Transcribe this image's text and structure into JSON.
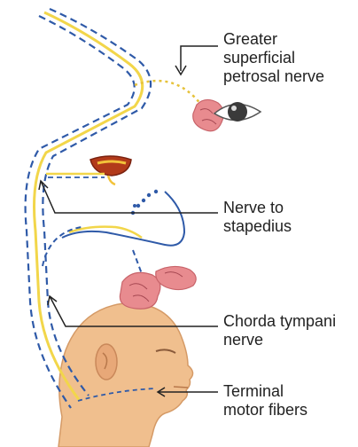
{
  "labels": {
    "greater_superficial_petrosal": "Greater\nsuperficial\npetrosal nerve",
    "nerve_to_stapedius": "Nerve to\nstapedius",
    "chorda_tympani": "Chorda tympani\nnerve",
    "terminal_motor": "Terminal\nmotor fibers"
  },
  "colors": {
    "nerve_blue": "#2f5aa8",
    "nerve_yellow": "#f2d64a",
    "skin": "#f0bf8e",
    "gland_pink": "#e88b8f",
    "line_black": "#222222"
  },
  "icons": [
    "eye-icon",
    "lacrimal-gland-icon",
    "stapedius-muscle-icon",
    "salivary-gland-icon",
    "head-icon"
  ]
}
